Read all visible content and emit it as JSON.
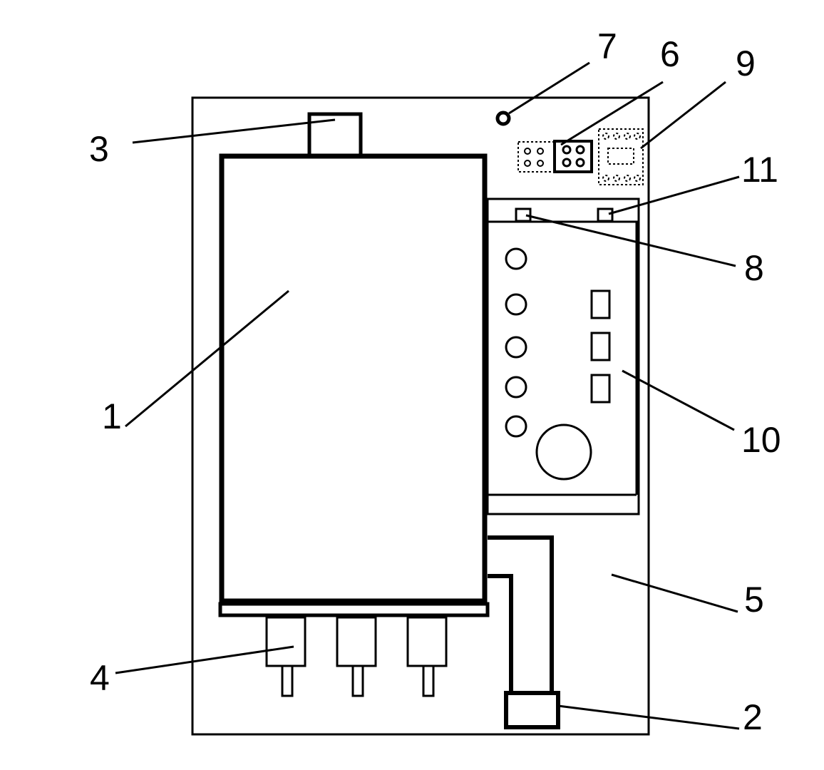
{
  "labels": [
    {
      "id": "1",
      "text": "1"
    },
    {
      "id": "2",
      "text": "2"
    },
    {
      "id": "3",
      "text": "3"
    },
    {
      "id": "4",
      "text": "4"
    },
    {
      "id": "5",
      "text": "5"
    },
    {
      "id": "6",
      "text": "6"
    },
    {
      "id": "7",
      "text": "7"
    },
    {
      "id": "8",
      "text": "8"
    },
    {
      "id": "9",
      "text": "9"
    },
    {
      "id": "10",
      "text": "10"
    },
    {
      "id": "11",
      "text": "11"
    }
  ],
  "colors": {
    "stroke": "#000000",
    "background": "#ffffff"
  }
}
